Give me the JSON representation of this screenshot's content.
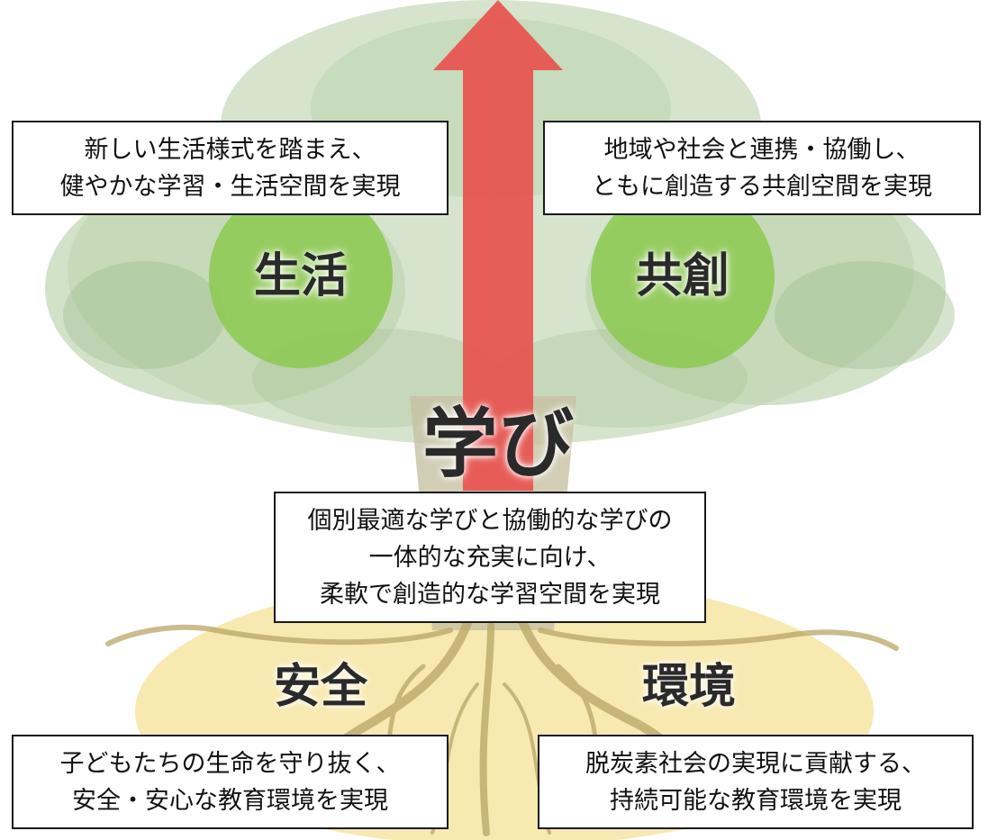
{
  "colors": {
    "foliage_light": "#c9dcbd",
    "foliage_mid": "#a9c797",
    "foliage_dark": "#86ab72",
    "circle_fill": "#8cc94f",
    "arrow_fill": "#e8524f",
    "trunk": "#c7c1a3",
    "ground_fill": "#f2db7a",
    "root_stroke": "#b9a566",
    "text": "#111111"
  },
  "diagram": {
    "arrow_label": "学び",
    "circles": {
      "life": "生活",
      "cocreation": "共創"
    },
    "ground_labels": {
      "safety": "安全",
      "environment": "環境"
    },
    "boxes": {
      "life": [
        "新しい生活様式を踏まえ、",
        "健やかな学習・生活空間を実現"
      ],
      "cocreation": [
        "地域や社会と連携・協働し、",
        "ともに創造する共創空間を実現"
      ],
      "learning": [
        "個別最適な学びと協働的な学びの",
        "一体的な充実に向け、",
        "柔軟で創造的な学習空間を実現"
      ],
      "safety": [
        "子どもたちの生命を守り抜く、",
        "安全・安心な教育環境を実現"
      ],
      "environment": [
        "脱炭素社会の実現に貢献する、",
        "持続可能な教育環境を実現"
      ]
    }
  }
}
